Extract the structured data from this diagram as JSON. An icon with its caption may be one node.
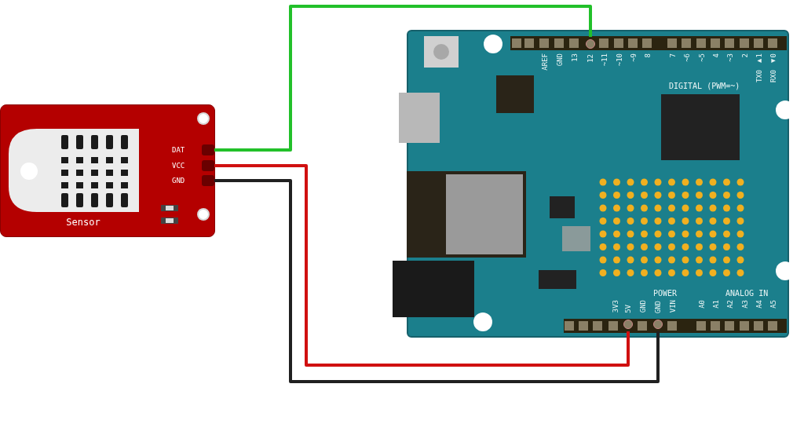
{
  "diagram": {
    "nodes": [
      {
        "text": [
          "Sensor"
        ]
      },
      {
        "text": [
          "DAT"
        ],
        "in": 0
      },
      {
        "text": [
          "VCC"
        ],
        "in": 0
      },
      {
        "text": [
          "GND"
        ],
        "in": 0
      },
      {
        "text": [
          "DIGITAL (PWM=~)",
          "POWER",
          "ANALOG IN"
        ]
      },
      {
        "text": [
          "12"
        ],
        "in": 4
      },
      {
        "text": [
          "5V"
        ],
        "in": 4
      },
      {
        "text": [
          "GND"
        ],
        "in": 4
      }
    ],
    "edges": [
      {
        "from": 1,
        "to": 5,
        "arrow": "none",
        "color": "#22c02a"
      },
      {
        "from": 2,
        "to": 6,
        "arrow": "none",
        "color": "#d01010"
      },
      {
        "from": 3,
        "to": 7,
        "arrow": "none",
        "color": "#202020"
      }
    ],
    "labels": [
      "AREF",
      "GND",
      "13",
      "~11",
      "~10",
      "~9",
      "8",
      "7",
      "~6",
      "~5",
      "4",
      "~3",
      "2",
      "TX0 ▶1",
      "RX0 ◀0",
      "3V3",
      "GND",
      "VIN",
      "A0",
      "A1",
      "A2",
      "A3",
      "A4",
      "A5"
    ]
  }
}
